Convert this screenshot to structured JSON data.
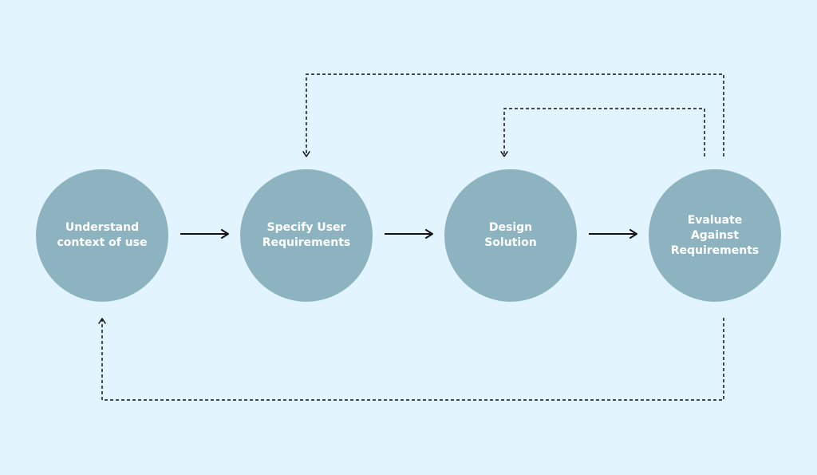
{
  "diagram": {
    "nodes": [
      {
        "id": "context",
        "label": "Understand\ncontext of use"
      },
      {
        "id": "requirements",
        "label": "Specify User\nRequirements"
      },
      {
        "id": "design",
        "label": "Design\nSolution"
      },
      {
        "id": "evaluate",
        "label": "Evaluate\nAgainst\nRequirements"
      }
    ],
    "edges": [
      {
        "from": "context",
        "to": "requirements",
        "style": "solid"
      },
      {
        "from": "requirements",
        "to": "design",
        "style": "solid"
      },
      {
        "from": "design",
        "to": "evaluate",
        "style": "solid"
      },
      {
        "from": "evaluate",
        "to": "design",
        "style": "dashed"
      },
      {
        "from": "evaluate",
        "to": "requirements",
        "style": "dashed"
      },
      {
        "from": "evaluate",
        "to": "context",
        "style": "dashed"
      }
    ]
  },
  "colors": {
    "background": "#e2f4fd",
    "node_fill": "#8db3c1",
    "node_text": "#ffffff",
    "line": "#111111"
  }
}
